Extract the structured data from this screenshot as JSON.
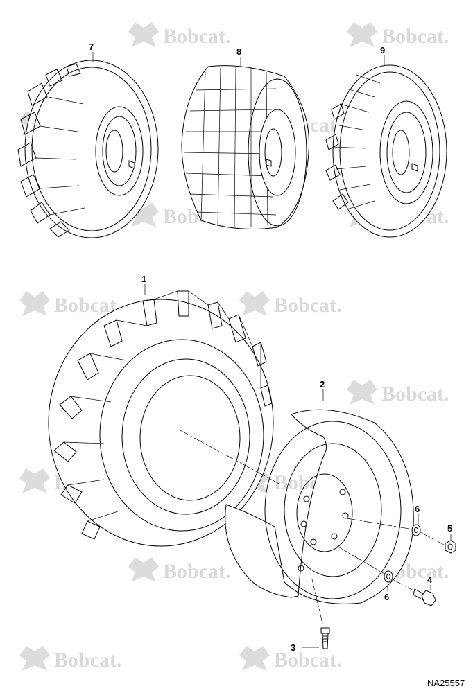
{
  "watermark": {
    "text": "Bobcat."
  },
  "callouts": {
    "tire_7": "7",
    "tire_8": "8",
    "tire_9": "9",
    "tire_1": "1",
    "rim_2": "2",
    "valve_3": "3",
    "bolt_4": "4",
    "nut_5": "5",
    "washer_6a": "6",
    "washer_6b": "6"
  },
  "reference": "NA25557"
}
